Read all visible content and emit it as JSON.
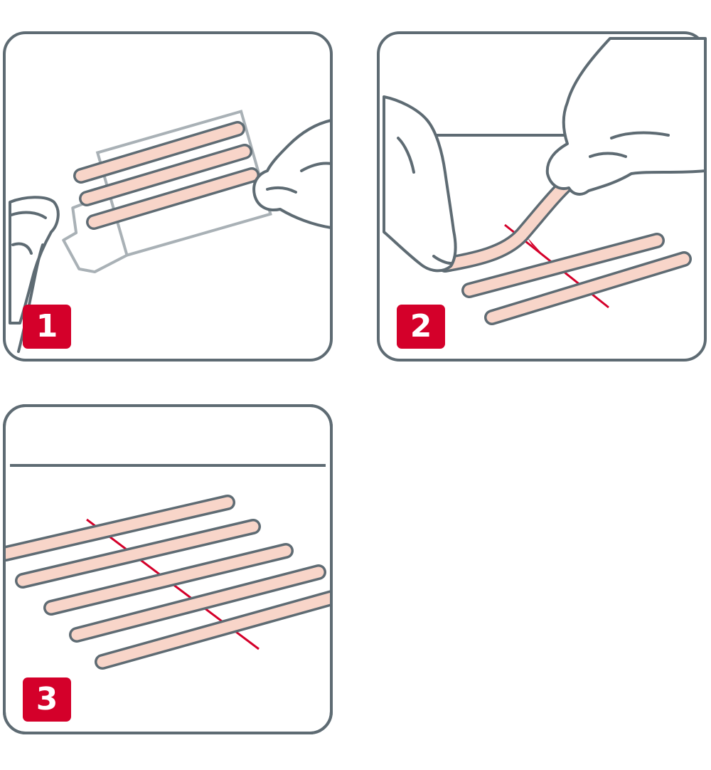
{
  "colors": {
    "outline": "#5e6b73",
    "strip_fill": "#f8d5c9",
    "accent_red": "#d4002a",
    "liner": "#a9b1b6",
    "background": "#ffffff"
  },
  "panels": [
    {
      "step": "1",
      "scene": "peel-strips-from-liner"
    },
    {
      "step": "2",
      "scene": "apply-strip-across-cut"
    },
    {
      "step": "3",
      "scene": "strips-applied-across-cut"
    }
  ]
}
